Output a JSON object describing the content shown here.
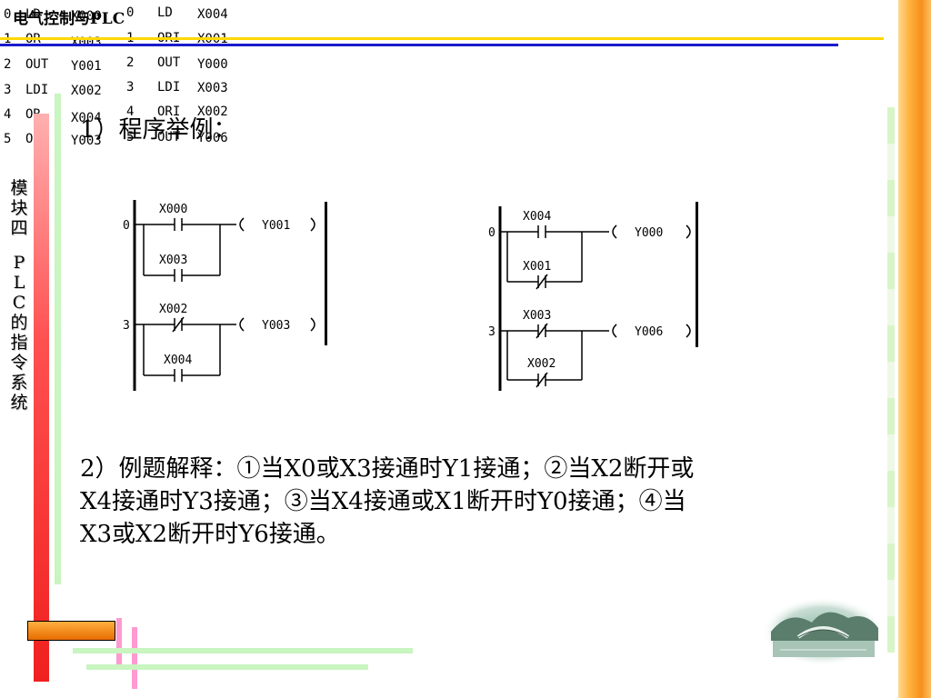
{
  "header": {
    "title": "电气控制与PLC"
  },
  "sidebar": {
    "chars": [
      "模",
      "块",
      "四",
      "P",
      "L",
      "C",
      "的",
      "指",
      "令",
      "系",
      "统"
    ]
  },
  "section1": {
    "heading": "1）程序举例："
  },
  "ladder_left": {
    "step0": "0",
    "step3": "3",
    "contacts": {
      "x000": "X000",
      "x003": "X003",
      "x002": "X002",
      "x004": "X004"
    },
    "coils": {
      "y001": "Y001",
      "y003": "Y003"
    }
  },
  "il_left": [
    {
      "step": "0",
      "op": "LD",
      "arg": "X000"
    },
    {
      "step": "1",
      "op": "OR",
      "arg": "X003"
    },
    {
      "step": "2",
      "op": "OUT",
      "arg": "Y001"
    },
    {
      "step": "3",
      "op": "LDI",
      "arg": "X002"
    },
    {
      "step": "4",
      "op": "OR",
      "arg": "X004"
    },
    {
      "step": "5",
      "op": "OUT",
      "arg": "Y003"
    }
  ],
  "ladder_right": {
    "step0": "0",
    "step3": "3",
    "contacts": {
      "x004": "X004",
      "x001": "X001",
      "x003": "X003",
      "x002": "X002"
    },
    "coils": {
      "y000": "Y000",
      "y006": "Y006"
    }
  },
  "il_right": [
    {
      "step": "0",
      "op": "LD",
      "arg": "X004"
    },
    {
      "step": "1",
      "op": "ORI",
      "arg": "X001"
    },
    {
      "step": "2",
      "op": "OUT",
      "arg": "Y000"
    },
    {
      "step": "3",
      "op": "LDI",
      "arg": "X003"
    },
    {
      "step": "4",
      "op": "ORI",
      "arg": "X002"
    },
    {
      "step": "5",
      "op": "OUT",
      "arg": "Y006"
    }
  ],
  "section2": {
    "line1": "2）例题解释：①当X0或X3接通时Y1接通；②当X2断开或",
    "line2": "X4接通时Y3接通；③当X4接通或X1断开时Y0接通；④当",
    "line3": "X3或X2断开时Y6接通。"
  },
  "decor": {
    "landscape_image": "bridge-landscape-image"
  }
}
